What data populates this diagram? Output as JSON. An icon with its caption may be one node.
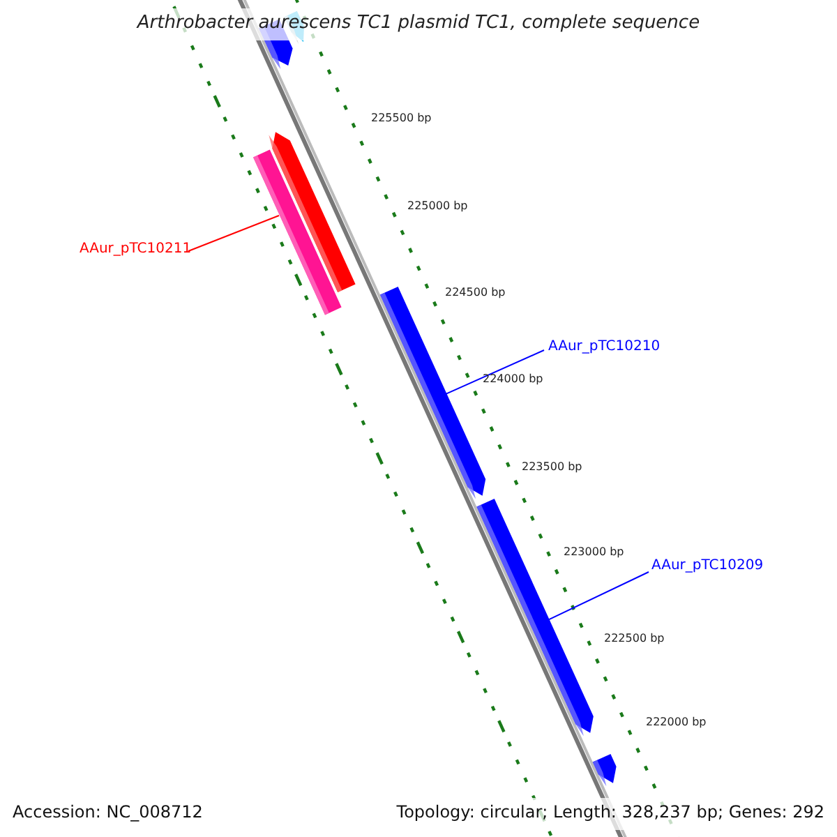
{
  "diagram": {
    "title": "Arthrobacter aurescens TC1 plasmid TC1, complete sequence",
    "nodes": [
      {
        "text": [],
        "shape": "arrow"
      },
      {
        "text": [],
        "shape": "arrow"
      },
      {
        "text": [],
        "shape": "bar"
      },
      {
        "text": [],
        "shape": "arrow"
      },
      {
        "text": [
          "AAur_pTC10211"
        ]
      },
      {
        "text": [],
        "shape": "arrow"
      },
      {
        "text": [
          "AAur_pTC10210"
        ]
      },
      {
        "text": [],
        "shape": "arrow"
      },
      {
        "text": [
          "AAur_pTC10209"
        ]
      },
      {
        "text": [],
        "shape": "arrow"
      }
    ],
    "edges": [
      {
        "from": 4,
        "to": 2,
        "arrow": "none",
        "color": "#ff0000"
      },
      {
        "from": 6,
        "to": 5,
        "arrow": "none",
        "color": "#0000ff"
      },
      {
        "from": 8,
        "to": 7,
        "arrow": "none",
        "color": "#0000ff"
      }
    ],
    "labels": [
      "225500 bp",
      "225000 bp",
      "224500 bp",
      "224000 bp",
      "223500 bp",
      "223000 bp",
      "222500 bp",
      "222000 bp",
      "Accession: NC_008712",
      "Topology: circular; Length: 328,237 bp; Genes: 292"
    ]
  }
}
